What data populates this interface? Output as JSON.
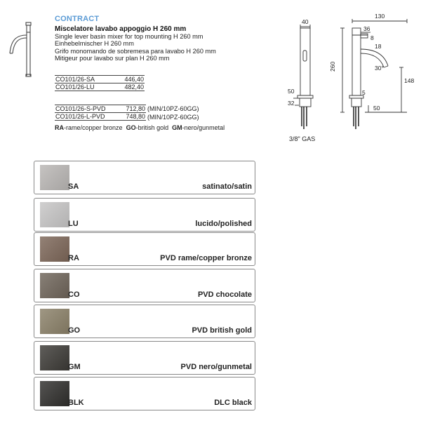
{
  "header": {
    "brand": "CONTRACT",
    "title": "Miscelatore lavabo appoggio H 260 mm",
    "subtitles": [
      "Single lever basin mixer for top mounting H 260 mm",
      "Einhebelmischer H 260 mm",
      "Grifo monomando de sobremesa para lavabo H 260 mm",
      "Mitigeur pour lavabo sur plan H 260 mm"
    ]
  },
  "price_table_1": [
    {
      "code": "CO101/26-SA",
      "price": "446,40"
    },
    {
      "code": "CO101/26-LU",
      "price": "482,40"
    }
  ],
  "price_table_2": [
    {
      "code": "CO101/26-S-PVD",
      "price": "712,80",
      "note": "(MIN/10PZ-60GG)"
    },
    {
      "code": "CO101/26-L-PVD",
      "price": "748,80",
      "note": "(MIN/10PZ-60GG)"
    }
  ],
  "finish_legend": {
    "ra_code": "RA",
    "ra_text": "-rame/copper bronze",
    "go_code": "GO",
    "go_text": "-british gold",
    "gm_code": "GM",
    "gm_text": "-nero/gunmetal"
  },
  "drawing": {
    "dims": {
      "d40": "40",
      "d130": "130",
      "d36": "36",
      "d8": "8",
      "d18": "18",
      "angle": "30°",
      "d260": "260",
      "d148": "148",
      "d50a": "50",
      "d32": "32",
      "d5": "5",
      "d50b": "50"
    },
    "connection": "3/8\" GAS"
  },
  "finishes": [
    {
      "code": "SA",
      "label": "satinato/satin",
      "color": "#b9b6b4"
    },
    {
      "code": "LU",
      "label": "lucido/polished",
      "color": "#c6c5c5"
    },
    {
      "code": "RA",
      "label": "PVD rame/copper bronze",
      "color": "#7c6658"
    },
    {
      "code": "CO",
      "label": "PVD chocolate",
      "color": "#6e6459"
    },
    {
      "code": "GO",
      "label": "PVD british gold",
      "color": "#8a8068"
    },
    {
      "code": "GM",
      "label": "PVD nero/gunmetal",
      "color": "#3c3a36"
    },
    {
      "code": "BLK",
      "label": "DLC black",
      "color": "#2f2e2c"
    }
  ]
}
